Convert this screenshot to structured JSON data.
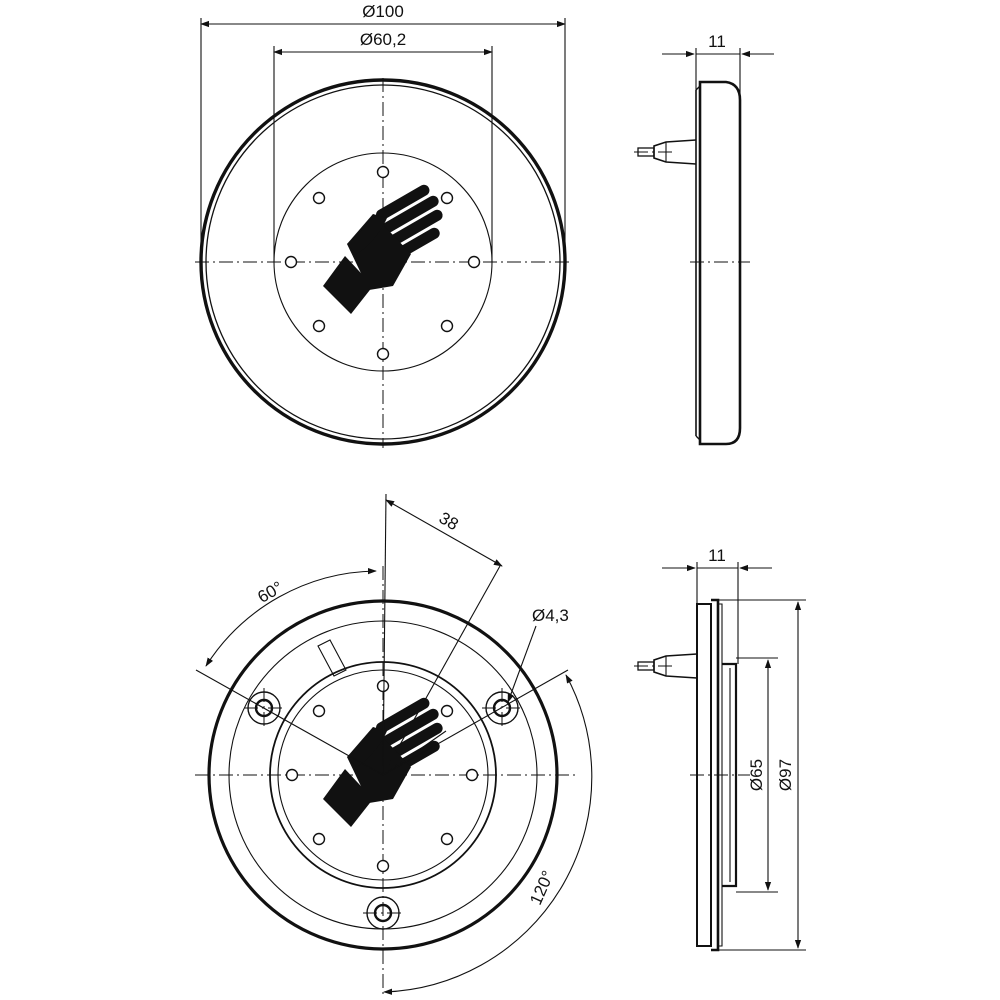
{
  "dimensions": {
    "outer_diameter": "Ø100",
    "inner_diameter": "Ø60,2",
    "thickness_top": "11",
    "bolt_offset": "38",
    "angle_small": "60°",
    "hole_diameter": "Ø4,3",
    "angle_large": "120°",
    "thickness_bottom": "11",
    "dia_65": "Ø65",
    "dia_97": "Ø97"
  },
  "colors": {
    "line": "#111111",
    "symbol": "#111111",
    "background": "#ffffff"
  },
  "icons": {
    "symbol": "hand-icon"
  }
}
